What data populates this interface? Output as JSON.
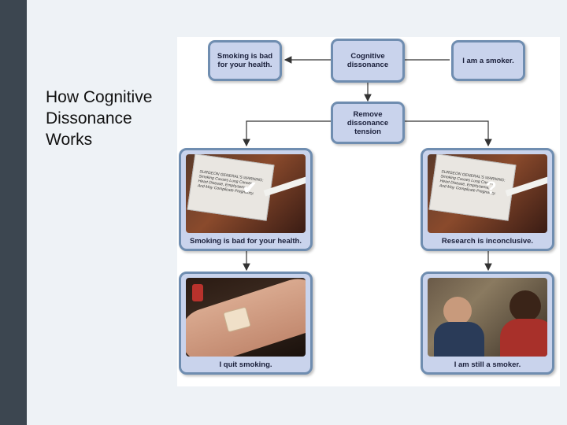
{
  "slide": {
    "title": "How Cognitive\nDissonance\nWorks"
  },
  "diagram": {
    "top": {
      "left": "Smoking is bad\nfor your health.",
      "center": "Cognitive\ndissonance",
      "right": "I am a smoker."
    },
    "remove": "Remove\ndissonance\ntension",
    "panels": {
      "left_upper": {
        "caption": "Smoking is bad for your health.",
        "mark": "✔"
      },
      "right_upper": {
        "caption": "Research is inconclusive.",
        "mark": "?"
      },
      "left_lower": {
        "caption": "I quit smoking."
      },
      "right_lower": {
        "caption": "I am still a smoker."
      }
    },
    "pack_text": "SURGEON GENERAL'S WARNING:\nSmoking Causes Lung Cancer,\nHeart Disease, Emphysema,\nAnd May Complicate Pregnancy."
  }
}
